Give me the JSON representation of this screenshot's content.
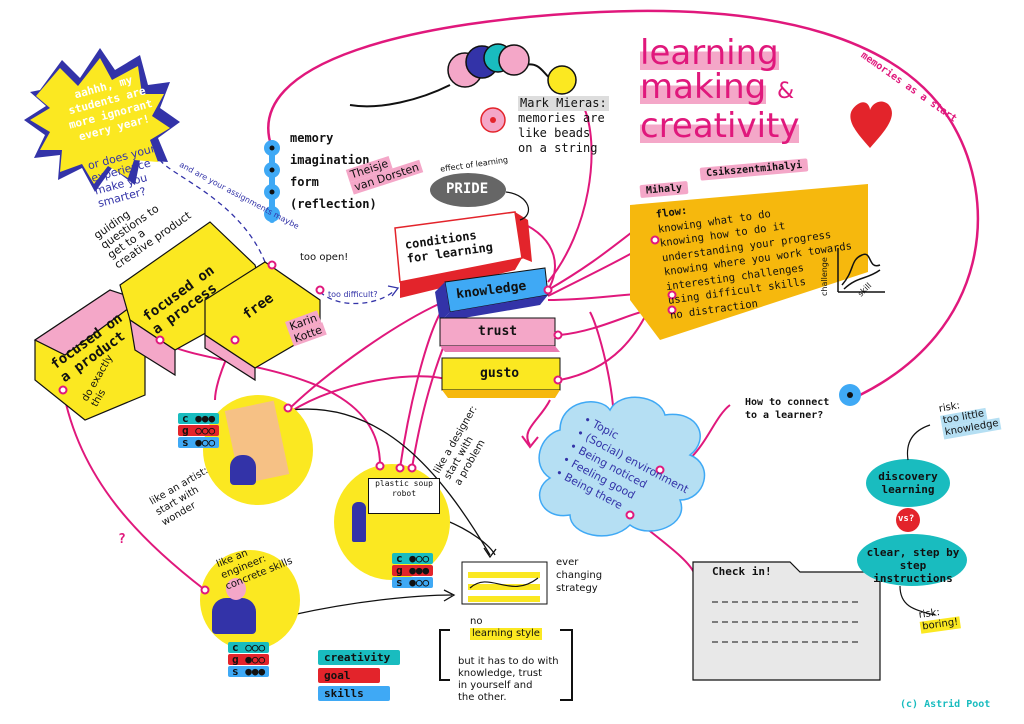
{
  "title": {
    "line1": "learning",
    "line2": "making",
    "amp": "&",
    "line3": "creativity"
  },
  "burst": {
    "lines": [
      "aahhh, my",
      "students are",
      "more ignorant",
      "every year!"
    ]
  },
  "burst_reply": {
    "lines": [
      "or does your",
      "experience",
      "make you",
      "smarter?"
    ]
  },
  "assignment_note": "and are your assignments maybe",
  "memory_list": [
    "memory",
    "imagination",
    "form",
    "(reflection)"
  ],
  "name_theisje": [
    "Theisje",
    "van Dorsten"
  ],
  "quote": {
    "author": "Mark Mieras:",
    "lines": [
      "memories are",
      "like beads",
      "on a string"
    ]
  },
  "memories_start": "memories as a start",
  "pride": {
    "caption": "effect of learning",
    "label": "PRIDE"
  },
  "conditions": [
    "conditions",
    "for learning"
  ],
  "conditions_blocks": {
    "knowledge": "knowledge",
    "trust": "trust",
    "gusto": "gusto"
  },
  "mihaly": {
    "first": "Mihaly",
    "last": "Csikszentmihalyi"
  },
  "flow": {
    "title": "flow:",
    "items": [
      "knowing what to do",
      "knowing how to do it",
      "understanding your progress",
      "knowing where you work towards",
      "interesting challenges",
      "using difficult skills",
      "no distraction"
    ]
  },
  "flow_graph": {
    "y": "challenge",
    "x": "skill"
  },
  "guiding": [
    "guiding",
    "questions to",
    "get to a",
    "creative product"
  ],
  "blocks": {
    "product": [
      "focused on",
      "a product"
    ],
    "process": [
      "focused on",
      "a process"
    ],
    "free": "free"
  },
  "do_exactly": [
    "do exactly",
    "this"
  ],
  "too_open": "too open!",
  "too_difficult": "too difficult?",
  "name_karin": [
    "Karin",
    "Kotte"
  ],
  "artist": {
    "caption": [
      "like an artist:",
      "start with",
      "wonder"
    ],
    "scores": [
      {
        "k": "c",
        "v": "●●●"
      },
      {
        "k": "g",
        "v": "○○○"
      },
      {
        "k": "s",
        "v": "●○○"
      }
    ]
  },
  "designer": {
    "caption": [
      "like a designer:",
      "start with",
      "a problem"
    ],
    "sign": [
      "plastic soup",
      "robot"
    ],
    "scores": [
      {
        "k": "c",
        "v": "●○○"
      },
      {
        "k": "g",
        "v": "●●●"
      },
      {
        "k": "s",
        "v": "●○○"
      }
    ]
  },
  "engineer": {
    "caption": [
      "like an",
      "engineer:",
      "concrete skills"
    ],
    "scores": [
      {
        "k": "c",
        "v": "○○○"
      },
      {
        "k": "g",
        "v": "●○○"
      },
      {
        "k": "s",
        "v": "●●●"
      }
    ]
  },
  "strategy": [
    "ever",
    "changing",
    "strategy"
  ],
  "legend": [
    "creativity",
    "goal",
    "skills"
  ],
  "learning_style": {
    "line1": "no",
    "line2": "learning style",
    "body": [
      "but it has to do with",
      "knowledge, trust",
      "in yourself and",
      "the other."
    ]
  },
  "cloud_items": [
    "Topic",
    "(Social) environment",
    "Being noticed",
    "Feeling good",
    "Being there"
  ],
  "connect": [
    "How to connect",
    "to a learner?"
  ],
  "checkin": "Check in!",
  "discovery": {
    "label": [
      "discovery",
      "learning"
    ],
    "vs": "vs?",
    "step": [
      "clear, step by step",
      "instructions"
    ]
  },
  "risk1": {
    "label": "risk:",
    "lines": [
      "too little",
      "knowledge"
    ]
  },
  "risk2": {
    "label": "risk:",
    "text": "boring!"
  },
  "question_mark": "?",
  "credit": "(c)  Astrid Poot",
  "colors": {
    "magenta": "#e0187c",
    "yellow": "#fbe821",
    "pink": "#f4a7c8",
    "orange": "#f6b80d",
    "cyan": "#19bcbf",
    "blue": "#3333a8",
    "red": "#e3242b",
    "light_blue": "#b5dff3"
  }
}
